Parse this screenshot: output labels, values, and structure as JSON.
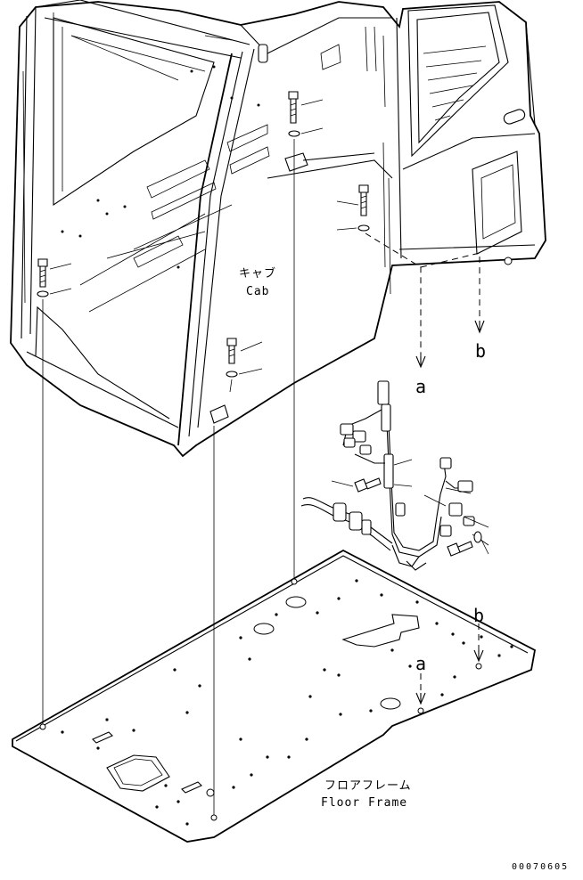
{
  "labels": {
    "cab_jp": "キャブ",
    "cab_en": "Cab",
    "floor_jp": "フロアフレーム",
    "floor_en": "Floor Frame",
    "ref_a": "a",
    "ref_b": "b",
    "drawing_code": "00070605"
  }
}
